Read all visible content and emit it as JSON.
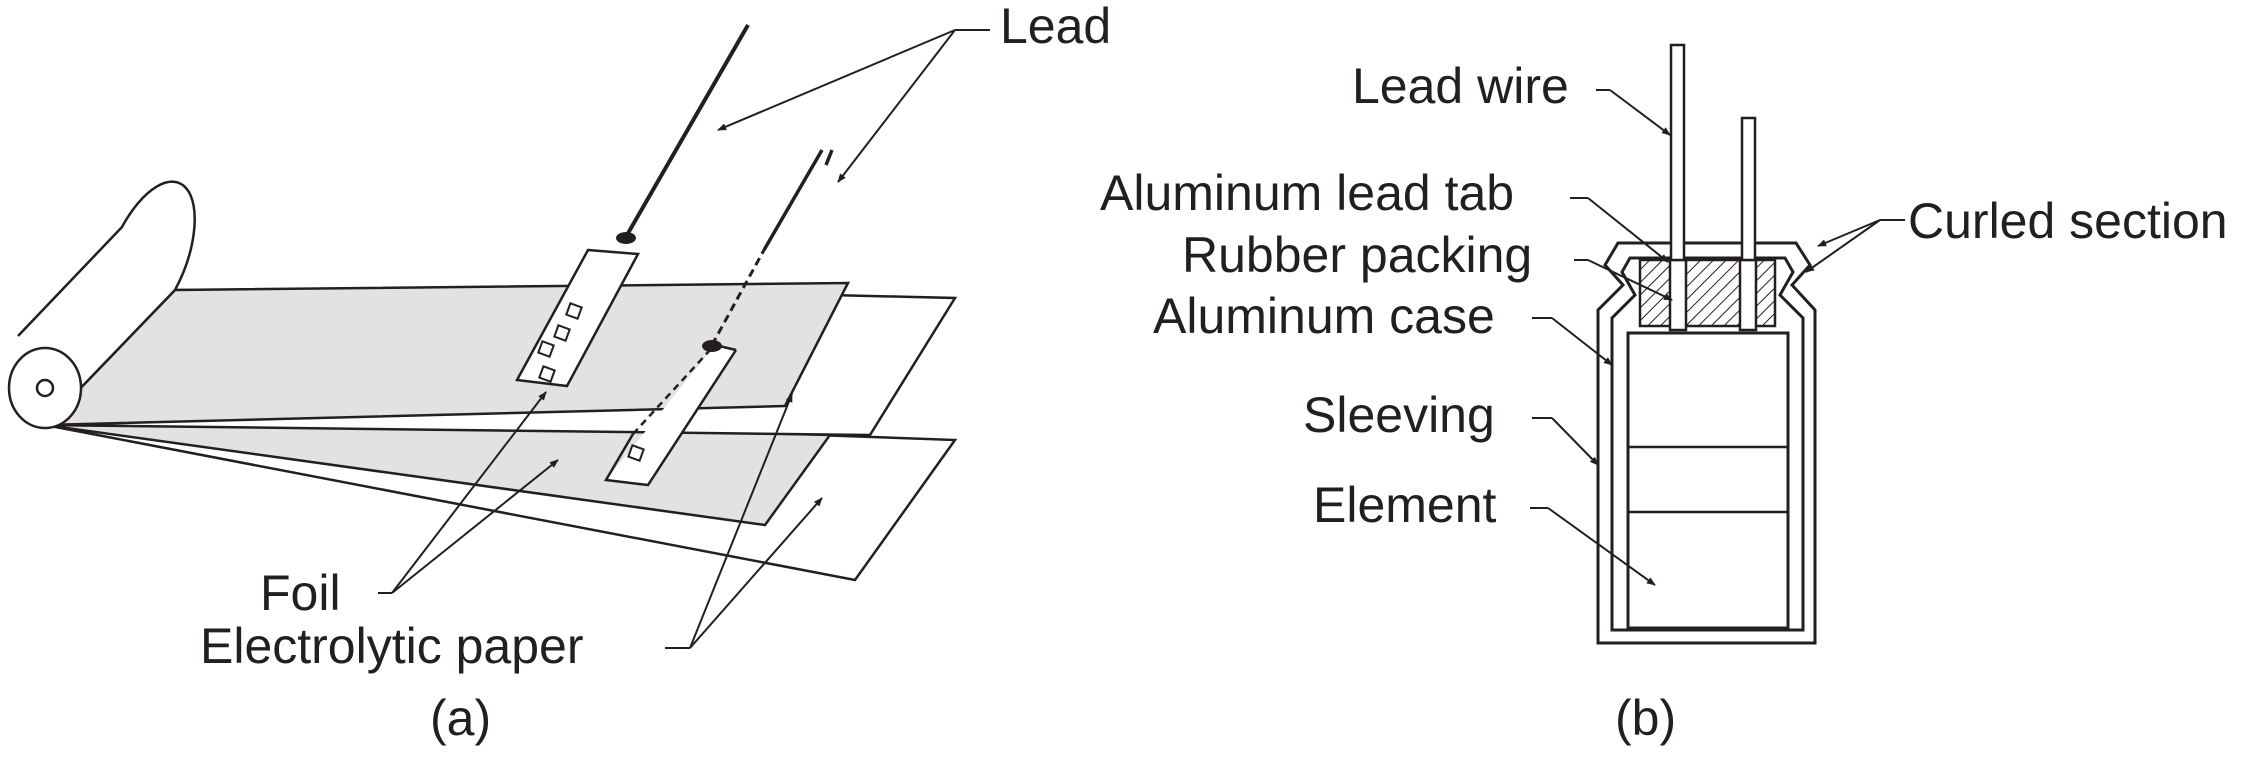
{
  "panel_a": {
    "labels": {
      "lead": "Lead",
      "foil": "Foil",
      "electrolytic_paper": "Electrolytic paper",
      "caption": "(a)"
    }
  },
  "panel_b": {
    "labels": {
      "lead_wire": "Lead wire",
      "aluminum_lead_tab": "Aluminum lead tab",
      "rubber_packing": "Rubber packing",
      "aluminum_case": "Aluminum case",
      "sleeving": "Sleeving",
      "element": "Element",
      "curled_section": "Curled section",
      "caption": "(b)"
    }
  },
  "colors": {
    "line": "#231f20",
    "foil_fill": "#e2e2e2",
    "paper_fill": "#ffffff"
  }
}
